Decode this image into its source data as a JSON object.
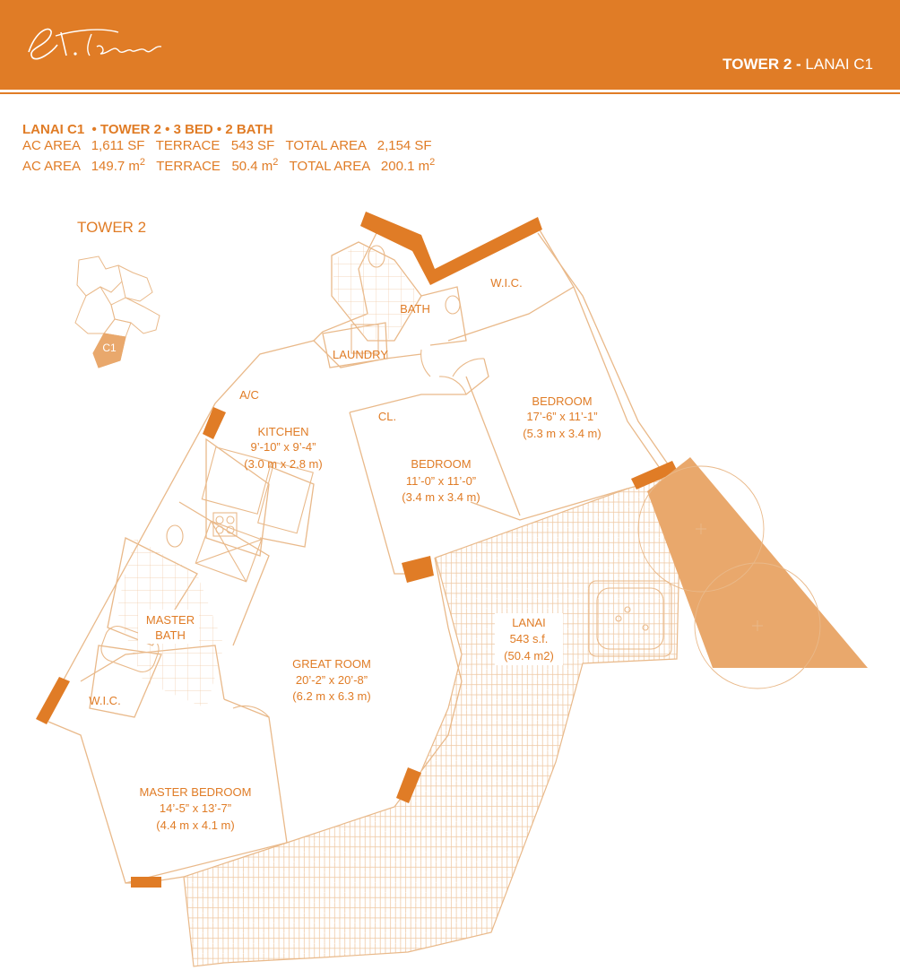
{
  "header": {
    "logo_text": "St. Tropez",
    "title_bold": "TOWER 2 -",
    "title_rest": "LANAI C1"
  },
  "specs": {
    "heading": "LANAI C1  • TOWER 2 • 3 BED • 2 BATH",
    "line1": "AC AREA   1,611 SF   TERRACE   543 SF   TOTAL AREA   2,154 SF",
    "line2_pre": "AC AREA   149.7 m",
    "line2_mid": "   TERRACE   50.4 m",
    "line2_end": "   TOTAL AREA   200.1 m",
    "sup": "2"
  },
  "keyplan": {
    "label": "TOWER 2",
    "unit": "C1"
  },
  "rooms": {
    "bath": "BATH",
    "wic_top": "W.I.C.",
    "laundry": "LAUNDRY",
    "ac": "A/C",
    "kitchen": {
      "name": "KITCHEN",
      "dim1": "9’-10” x 9’-4”",
      "dim2": "(3.0 m x 2.8 m)"
    },
    "bedroom1": {
      "name": "BEDROOM",
      "dim1": "17’-6” x 11’-1”",
      "dim2": "(5.3 m x 3.4 m)"
    },
    "closet": "CL.",
    "bedroom2": {
      "name": "BEDROOM",
      "dim1": "11’-0” x 11’-0”",
      "dim2": "(3.4 m x 3.4 m)"
    },
    "master_bath": {
      "line1": "MASTER",
      "line2": "BATH"
    },
    "lanai": {
      "name": "LANAI",
      "area": "543 s.f.",
      "metric": "(50.4 m2)"
    },
    "great_room": {
      "name": "GREAT ROOM",
      "dim1": "20’-2” x 20’-8”",
      "dim2": "(6.2 m x 6.3 m)"
    },
    "wic_master": "W.I.C.",
    "master_bedroom": {
      "name": "MASTER BEDROOM",
      "dim1": "14’-5” x 13’-7”",
      "dim2": "(4.4 m x 4.1 m)"
    }
  },
  "colors": {
    "accent": "#e07c26",
    "accent_light": "#e9a86c",
    "line": "#e9b98a"
  }
}
